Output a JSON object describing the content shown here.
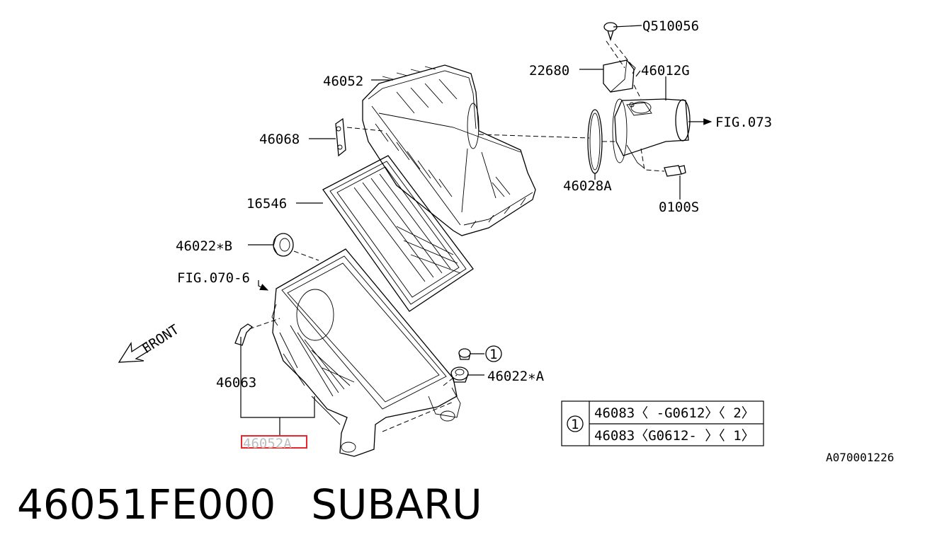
{
  "labels": {
    "q510056": "Q510056",
    "p22680": "22680",
    "p46012g": "46012G",
    "fig073": "FIG.073",
    "p46052": "46052",
    "p46068": "46068",
    "p46028a": "46028A",
    "p0100s": "0100S",
    "p16546": "16546",
    "p46022b": "46022∗B",
    "fig070_6": "FIG.070-6",
    "front": "FRONT",
    "p46063": "46063",
    "circle1": "1",
    "p46022a": "46022∗A",
    "p46052a": "46052A"
  },
  "table": {
    "marker": "1",
    "rows": [
      "46083〈 -G0612〉〈 2〉",
      "46083〈G0612- 〉〈 1〉"
    ]
  },
  "figure_ref": "A070001226",
  "caption": {
    "part_number": "46051FE000",
    "brand": "SUBARU"
  },
  "colors": {
    "highlight": "#e8262b",
    "line": "#000000",
    "background": "#ffffff"
  }
}
